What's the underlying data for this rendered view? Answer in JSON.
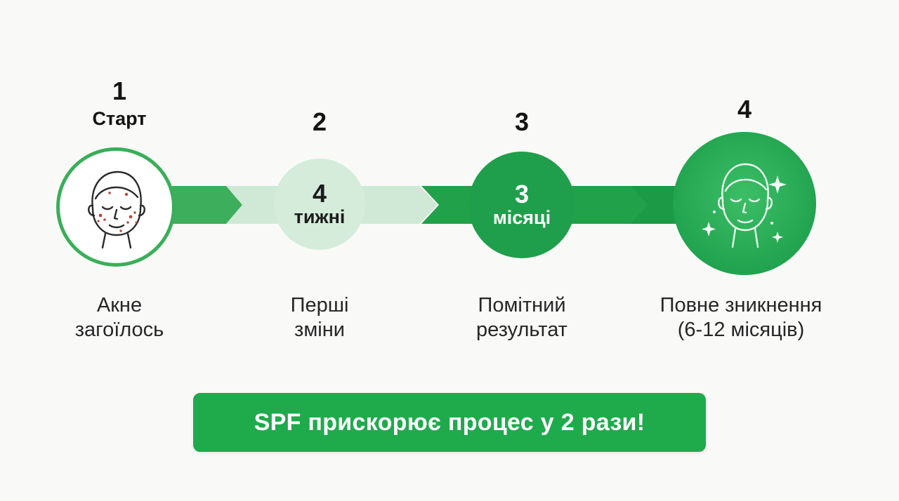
{
  "steps": [
    {
      "number": "1",
      "title": "Старт",
      "caption": [
        "Акне",
        "загоїлось"
      ],
      "icon": "acne-face-icon"
    },
    {
      "number": "2",
      "circle_value": "4",
      "circle_unit": "тижні",
      "caption": [
        "Перші",
        "зміни"
      ]
    },
    {
      "number": "3",
      "circle_value": "3",
      "circle_unit": "місяці",
      "caption": [
        "Помітний",
        "результат"
      ]
    },
    {
      "number": "4",
      "caption": [
        "Повне зникнення",
        "(6-12 місяців)"
      ],
      "icon": "clear-face-sparkles-icon"
    }
  ],
  "banner": {
    "text": "SPF прискорює процес у 2 рази!"
  },
  "colors": {
    "dark_green": "#1faa4c",
    "medium_green": "#2a9d47",
    "light_green": "#cfe9d6",
    "banner_green": "#1faa4c",
    "acne_spot": "#b94a3a"
  }
}
